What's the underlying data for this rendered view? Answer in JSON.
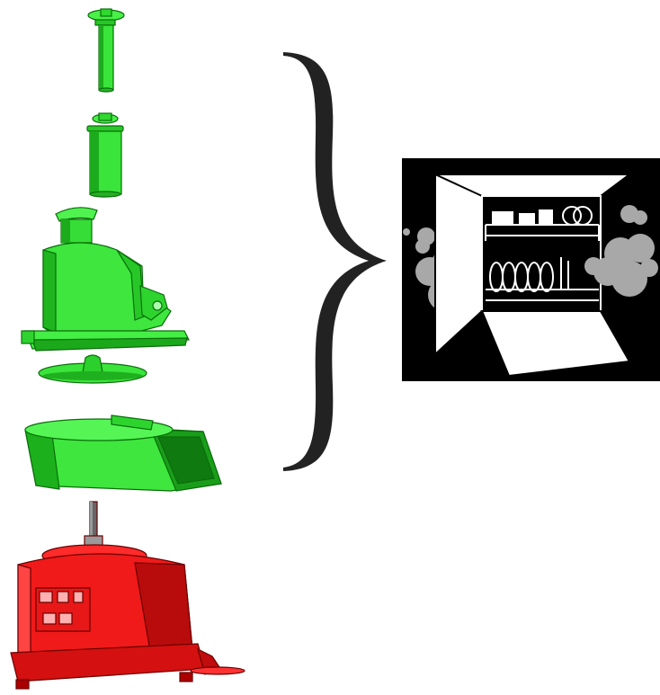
{
  "diagram": {
    "parts": [
      {
        "id": "pusher-large",
        "label": "",
        "color": "#33dd33"
      },
      {
        "id": "pusher-small",
        "label": "",
        "color": "#33dd33"
      },
      {
        "id": "lid-feed-tube",
        "label": "",
        "color": "#33dd33"
      },
      {
        "id": "disc",
        "label": "",
        "color": "#33dd33"
      },
      {
        "id": "bowl",
        "label": "",
        "color": "#33dd33"
      },
      {
        "id": "motor-base",
        "label": "",
        "color": "#ee1111"
      }
    ],
    "brace": {
      "direction": "right",
      "color": "#222222"
    },
    "dishwasher_icon": {
      "background": "#000000",
      "steam_color": "#a8a8a8"
    },
    "colors": {
      "dishwasher_safe": "#33dd33",
      "not_dishwasher_safe": "#ee1111"
    }
  }
}
